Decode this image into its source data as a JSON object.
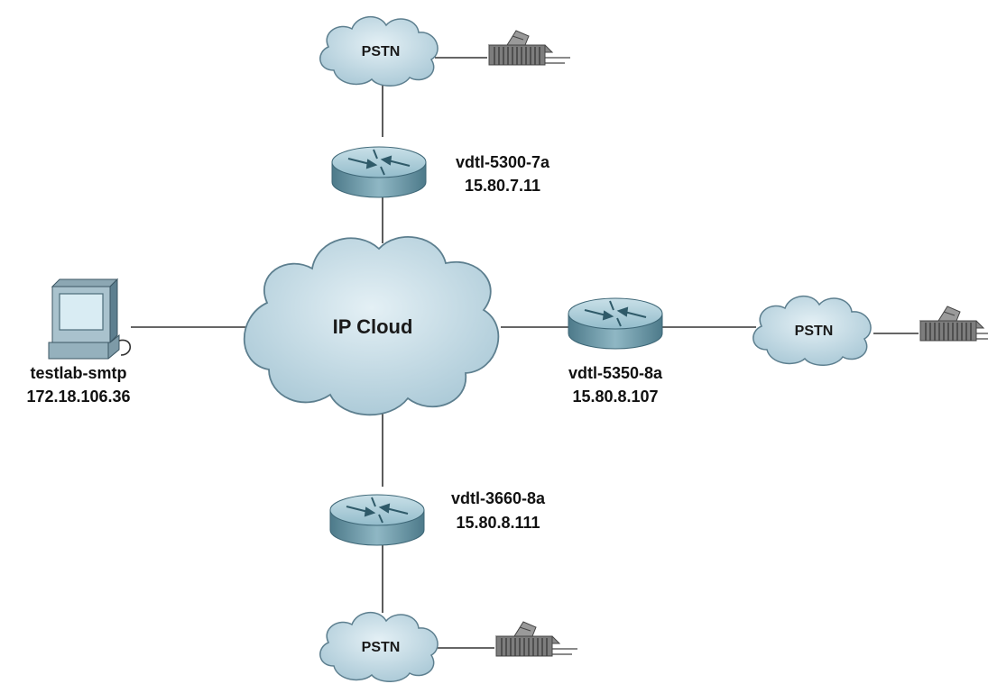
{
  "diagram": {
    "ip_cloud": {
      "label": "IP Cloud"
    },
    "pstn_label": "PSTN",
    "routers": {
      "top": {
        "name": "vdtl-5300-7a",
        "ip": "15.80.7.11"
      },
      "right": {
        "name": "vdtl-5350-8a",
        "ip": "15.80.8.107"
      },
      "bottom": {
        "name": "vdtl-3660-8a",
        "ip": "15.80.8.111"
      }
    },
    "server": {
      "name": "testlab-smtp",
      "ip": "172.18.106.36"
    },
    "colors": {
      "cloud_fill": "#c4dbe5",
      "cloud_stroke": "#5d7f8f",
      "router_top": "#9ec3cf",
      "router_side": "#5f8c9c",
      "link": "#333333"
    }
  }
}
